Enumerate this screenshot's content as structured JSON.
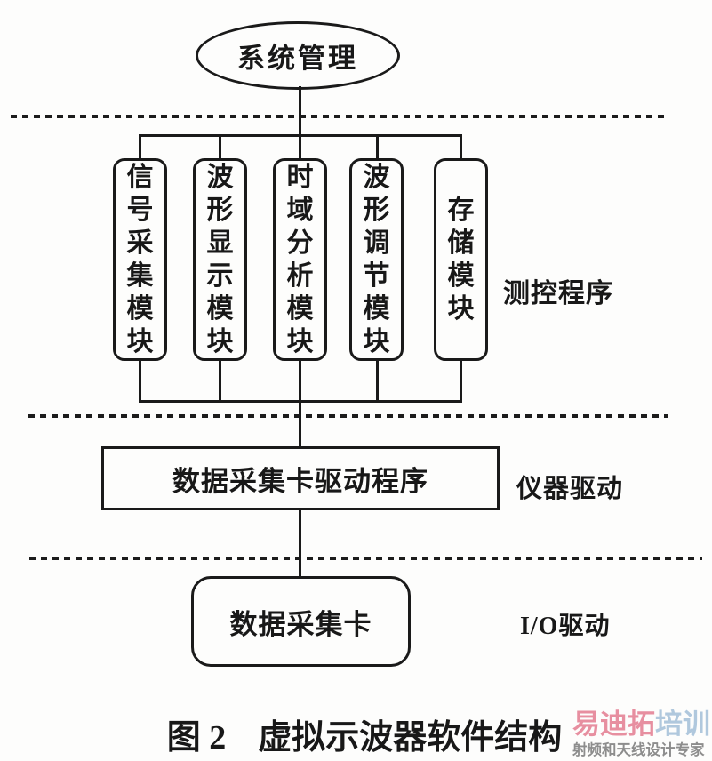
{
  "figure": {
    "top_node": "系统管理",
    "modules": [
      "信号采集模块",
      "波形显示模块",
      "时域分析模块",
      "波形调节模块",
      "存储模块"
    ],
    "driver_box": "数据采集卡驱动程序",
    "card_box": "数据采集卡",
    "layer_labels": {
      "top": "测控程序",
      "middle": "仪器驱动",
      "bottom": "I/O驱动"
    },
    "caption": {
      "label": "图 2",
      "title": "虚拟示波器软件结构"
    }
  },
  "watermark": {
    "brand_red": "易迪拓",
    "brand_blue": "培训",
    "tagline": "射频和天线设计专家",
    "colors": {
      "brand_red": "#e78fa0",
      "brand_blue": "#b0c8dd",
      "tagline": "#8d8d8d"
    }
  }
}
